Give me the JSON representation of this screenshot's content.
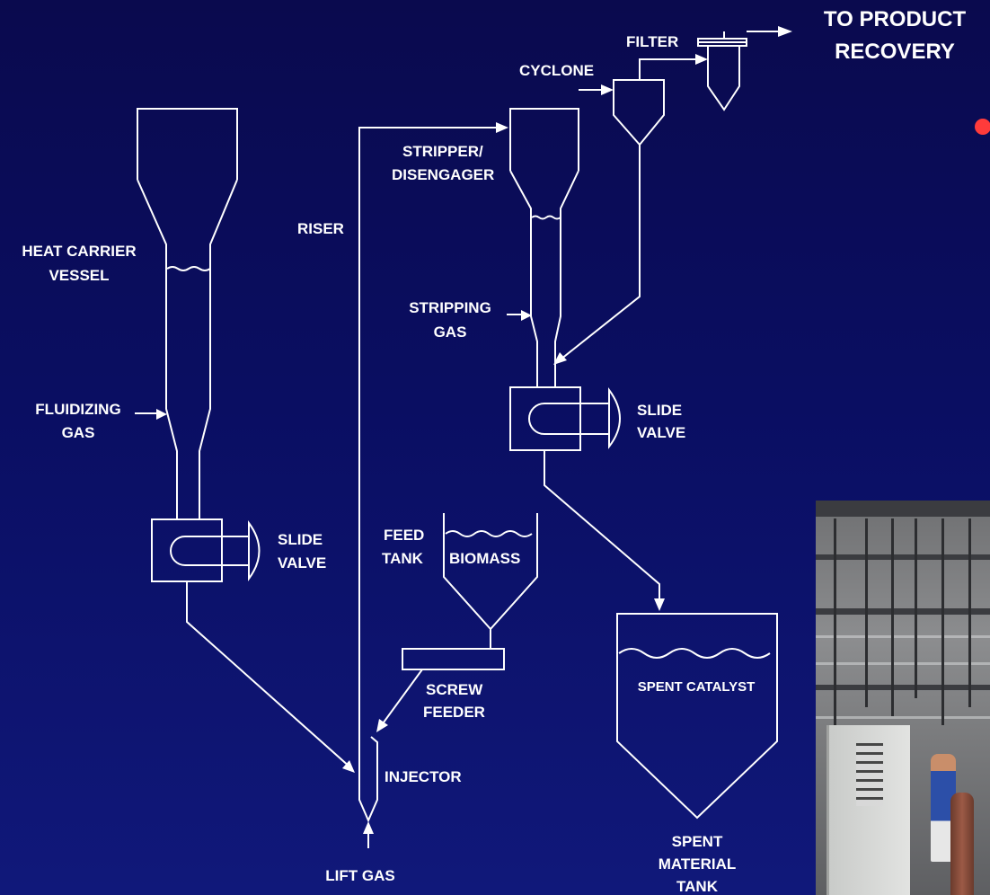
{
  "labels": {
    "to_product": "TO PRODUCT",
    "recovery": "RECOVERY",
    "filter": "FILTER",
    "cyclone": "CYCLONE",
    "stripper": "STRIPPER/",
    "disengager": "DISENGAGER",
    "riser": "RISER",
    "heat_carrier": "HEAT CARRIER",
    "vessel": "VESSEL",
    "stripping": "STRIPPING",
    "stripping_gas": "GAS",
    "fluidizing": "FLUIDIZING",
    "fluidizing_gas": "GAS",
    "slide_valve_right_1": "SLIDE",
    "slide_valve_right_2": "VALVE",
    "slide_valve_left_1": "SLIDE",
    "slide_valve_left_2": "VALVE",
    "feed": "FEED",
    "tank": "TANK",
    "biomass": "BIOMASS",
    "screw": "SCREW",
    "feeder": "FEEDER",
    "spent_catalyst": "SPENT CATALYST",
    "injector": "INJECTOR",
    "lift_gas": "LIFT GAS",
    "spent": "SPENT",
    "material": "MATERIAL",
    "spent_tank": "TANK"
  },
  "colors": {
    "background_top": "#0a0a4e",
    "background_bottom": "#10187a",
    "lines": "#ffffff",
    "bullet": "#ff3b3b"
  }
}
